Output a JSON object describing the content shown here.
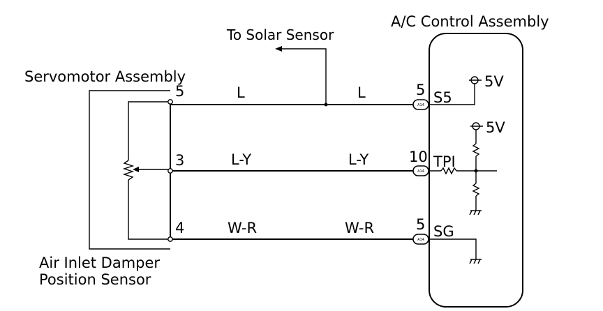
{
  "labels": {
    "ac_control_assembly": "A/C Control Assembly",
    "to_solar_sensor": "To Solar Sensor",
    "servomotor_assembly": "Servomotor Assembly",
    "air_inlet_damper_line1": "Air Inlet Damper",
    "air_inlet_damper_line2": "Position Sensor"
  },
  "servo_pins": {
    "top": "5",
    "mid": "3",
    "bot": "4"
  },
  "wires": {
    "top_left": "L",
    "top_right": "L",
    "mid_left": "L-Y",
    "mid_right": "L-Y",
    "bot_left": "W-R",
    "bot_right": "W-R"
  },
  "connector_pins": {
    "top": "5",
    "mid": "10",
    "bot": "5"
  },
  "connector_code": "A14",
  "terminals": {
    "top": "S5",
    "mid": "TPI",
    "bot": "SG"
  },
  "voltages": {
    "top": "5V",
    "mid": "5V"
  }
}
